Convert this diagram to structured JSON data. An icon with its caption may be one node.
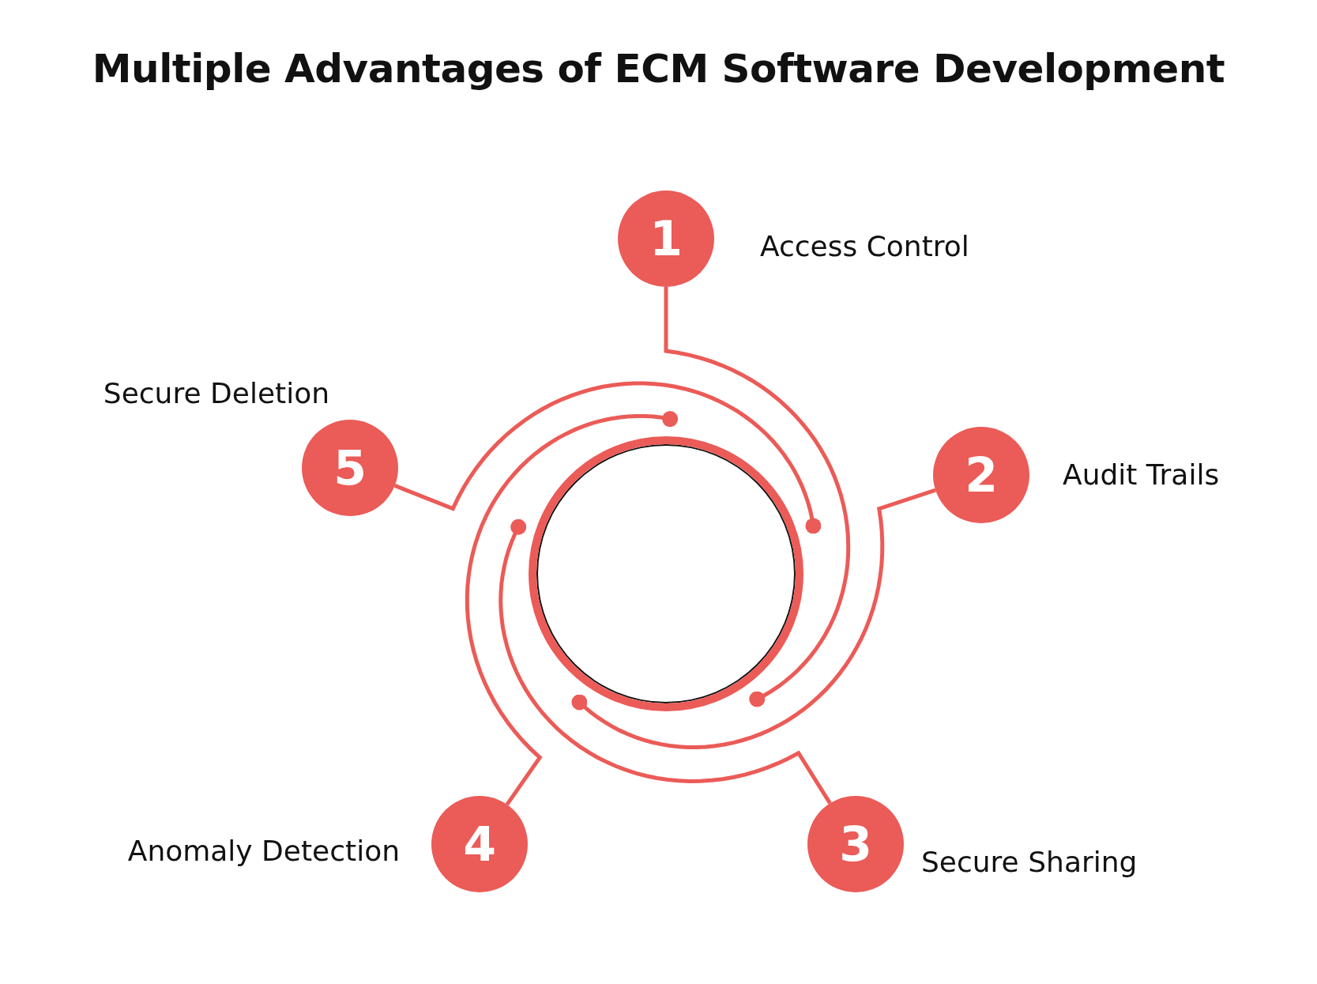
{
  "diagram": {
    "title": "Multiple Advantages of ECM Software Development",
    "nodes": [
      {
        "text": [
          "1"
        ],
        "beside": [
          "Access Control"
        ]
      },
      {
        "text": [
          "2"
        ],
        "beside": [
          "Audit Trails"
        ]
      },
      {
        "text": [
          "3"
        ],
        "beside": [
          "Secure Sharing"
        ]
      },
      {
        "text": [
          "4"
        ],
        "beside": [
          "Anomaly Detection"
        ]
      },
      {
        "text": [
          "5"
        ],
        "beside": [
          "Secure Deletion"
        ]
      },
      {
        "text": [],
        "shape": "circle"
      }
    ],
    "edges": [
      {
        "from": 0,
        "to": 5,
        "arrow": "other"
      },
      {
        "from": 1,
        "to": 5,
        "arrow": "other"
      },
      {
        "from": 2,
        "to": 5,
        "arrow": "other"
      },
      {
        "from": 3,
        "to": 5,
        "arrow": "other"
      },
      {
        "from": 4,
        "to": 5,
        "arrow": "other"
      }
    ]
  }
}
